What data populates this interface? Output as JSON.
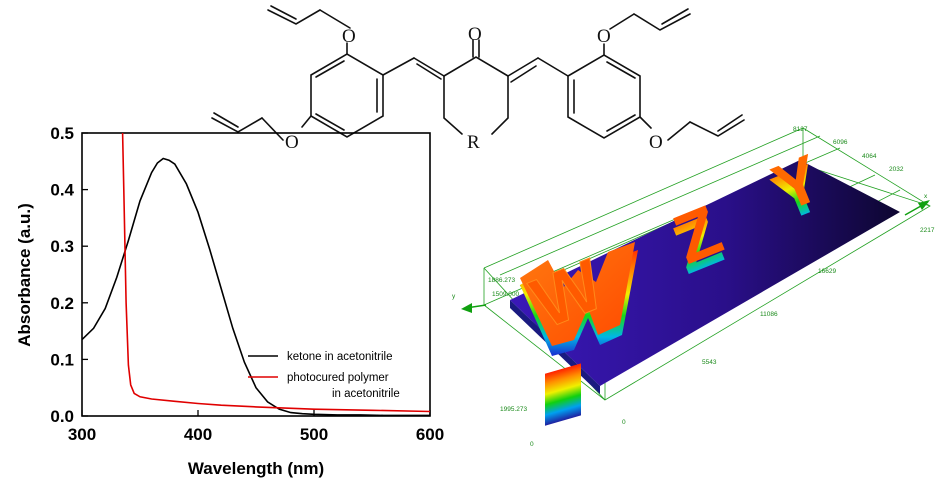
{
  "molecule": {
    "atom_labels": [
      "O",
      "O",
      "O",
      "O",
      "O",
      "R"
    ]
  },
  "chart_data": {
    "type": "line",
    "title": "",
    "xlabel": "Wavelength (nm)",
    "ylabel": "Absorbance (a.u.)",
    "xlim": [
      300,
      600
    ],
    "ylim": [
      0,
      0.5
    ],
    "x_ticks": [
      300,
      400,
      500,
      600
    ],
    "x_tick_labels": [
      "300",
      "400",
      "500",
      "600"
    ],
    "y_ticks": [
      0.0,
      0.1,
      0.2,
      0.3,
      0.4,
      0.5
    ],
    "y_tick_labels": [
      "0.0",
      "0.1",
      "0.2",
      "0.3",
      "0.4",
      "0.5"
    ],
    "grid": false,
    "legend_position": "bottom-right",
    "series": [
      {
        "name": "ketone in acetonitrile",
        "color": "#000000",
        "x": [
          300,
          310,
          320,
          330,
          340,
          350,
          360,
          365,
          370,
          375,
          380,
          390,
          400,
          410,
          420,
          430,
          440,
          450,
          460,
          470,
          480,
          490,
          500,
          520,
          540,
          560,
          580,
          600
        ],
        "y": [
          0.135,
          0.155,
          0.19,
          0.245,
          0.31,
          0.38,
          0.43,
          0.447,
          0.455,
          0.452,
          0.445,
          0.41,
          0.36,
          0.295,
          0.225,
          0.155,
          0.095,
          0.05,
          0.025,
          0.012,
          0.006,
          0.004,
          0.003,
          0.002,
          0.002,
          0.001,
          0.001,
          0.001
        ]
      },
      {
        "name": "photocured polymer in acetonitrile",
        "name_lines": [
          "photocured polymer",
          "in acetonitrile"
        ],
        "color": "#e00000",
        "x": [
          335,
          336,
          338,
          340,
          342,
          345,
          350,
          360,
          380,
          400,
          420,
          450,
          500,
          550,
          600
        ],
        "y": [
          0.5,
          0.4,
          0.2,
          0.09,
          0.055,
          0.04,
          0.034,
          0.03,
          0.026,
          0.022,
          0.019,
          0.016,
          0.012,
          0.01,
          0.008
        ]
      }
    ]
  },
  "surface3d": {
    "letters": [
      "W",
      "Z",
      "Y"
    ],
    "axis_labels": [
      "x",
      "y"
    ],
    "axis_tick_labels": [
      "8127",
      "6096",
      "4064",
      "2032",
      "2217",
      "16629",
      "11086",
      "5543",
      "0",
      "1886.273",
      "1509.000"
    ],
    "colorbar_labels": [
      "1995.273",
      "0"
    ]
  }
}
